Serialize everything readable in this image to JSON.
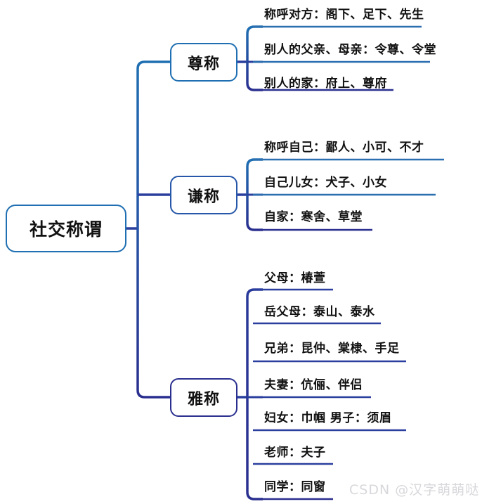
{
  "diagram": {
    "type": "mind-map",
    "title": "社交称谓",
    "root": {
      "label": "社交称谓"
    },
    "branches": [
      {
        "label": "尊称",
        "items": [
          {
            "text": "称呼对方：阁下、足下、先生"
          },
          {
            "text": "别人的父亲、母亲：令尊、令堂"
          },
          {
            "text": "别人的家：府上、尊府"
          }
        ]
      },
      {
        "label": "谦称",
        "items": [
          {
            "text": "称呼自己：鄙人、小可、不才"
          },
          {
            "text": "自己儿女：犬子、小女"
          },
          {
            "text": "自家：寒舍、草堂"
          }
        ]
      },
      {
        "label": "雅称",
        "items": [
          {
            "text": "父母：椿萱"
          },
          {
            "text": "岳父母：泰山、泰水"
          },
          {
            "text": "兄弟：昆仲、棠棣、手足"
          },
          {
            "text": "夫妻：伉俪、伴侣"
          },
          {
            "text": "妇女：巾帼  男子：须眉"
          },
          {
            "text": "老师：夫子"
          },
          {
            "text": "同学：同窗"
          }
        ]
      }
    ],
    "watermark": "CSDN @汉字萌萌哒",
    "colors": {
      "line_top": "#1f6fb2",
      "line_mid": "#2657a8",
      "line_bottom": "#2a2f8f",
      "node_border": "#1f6fb2",
      "text": "#111111",
      "background": "#ffffff",
      "watermark": "#d8d8dc"
    }
  }
}
